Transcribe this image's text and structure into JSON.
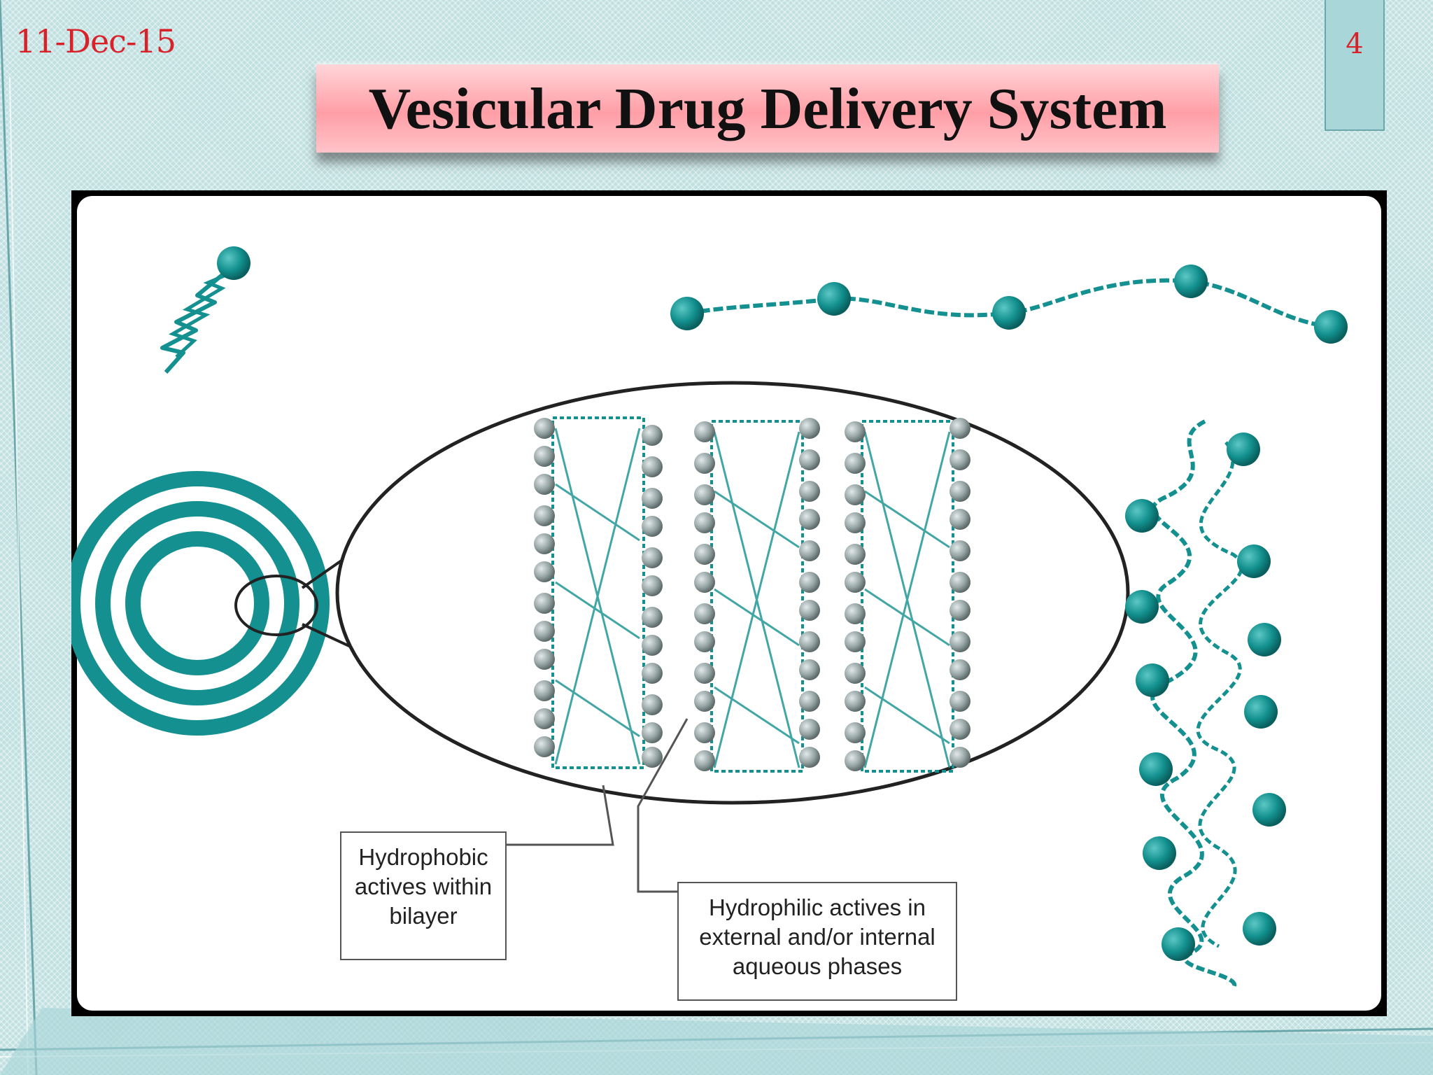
{
  "slide": {
    "date": "11-Dec-15",
    "number": "4",
    "title": "Vesicular Drug Delivery System"
  },
  "diagram": {
    "labels": {
      "hydrophobic": "Hydrophobic actives within bilayer",
      "hydrophilic": "Hydrophilic actives in external and/or internal aqueous phases"
    },
    "colors": {
      "teal": "#13908f",
      "grey_head": "#8e9c9c",
      "outline": "#222222"
    }
  }
}
